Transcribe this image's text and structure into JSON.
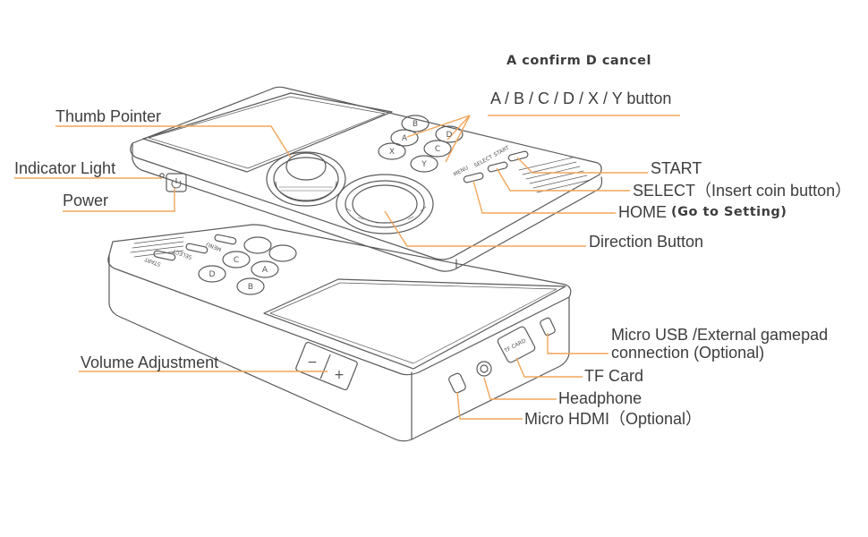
{
  "header": {
    "confirm_cancel": "A confirm  D cancel",
    "buttons": "A / B / C / D / X / Y  button"
  },
  "callouts": {
    "thumb_pointer": "Thumb Pointer",
    "indicator_light": "Indicator Light",
    "power": "Power",
    "start": "START",
    "select": "SELECT（Insert coin button）",
    "home": "HOME",
    "home_note": "(Go to Setting)",
    "direction_button": "Direction Button",
    "volume_adjustment": "Volume Adjustment",
    "micro_usb_line1": "Micro USB /External gamepad",
    "micro_usb_line2": "connection (Optional)",
    "tf_card": "TF Card",
    "headphone": "Headphone",
    "micro_hdmi": "Micro HDMI（Optional）"
  },
  "device_labels": {
    "menu": "MENU",
    "select": "SELECT",
    "start": "START",
    "tf_card": "TF CARD",
    "vol_minus": "−",
    "vol_plus": "+",
    "btn_a": "A",
    "btn_b": "B",
    "btn_c": "C",
    "btn_d": "D",
    "btn_x": "X",
    "btn_y": "Y"
  },
  "colors": {
    "callout": "#f2a65a",
    "outline": "#5a5a5a",
    "text": "#3d3d3d"
  }
}
